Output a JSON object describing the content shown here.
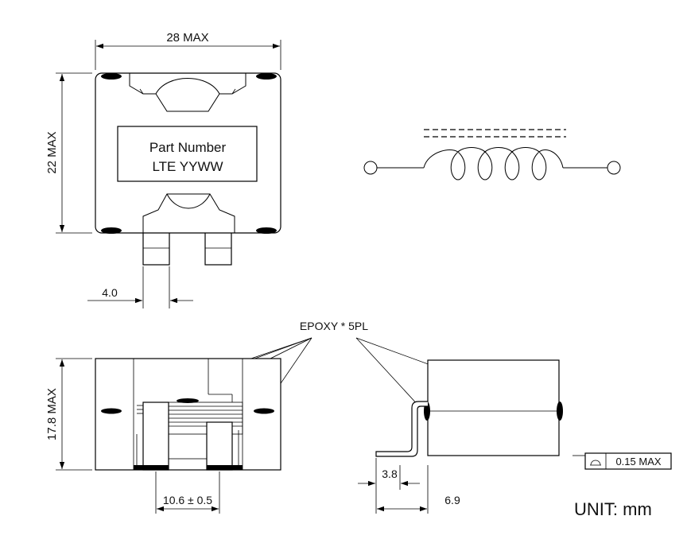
{
  "top_view": {
    "width_dim": "28 MAX",
    "height_dim": "22 MAX",
    "marking_line1": "Part Number",
    "marking_line2": "LTE YYWW",
    "pin_dim": "4.0"
  },
  "front_view": {
    "epoxy_label": "EPOXY * 5PL",
    "height_dim": "17.8 MAX",
    "pitch_dim": "10.6 ± 0.5"
  },
  "side_view": {
    "lead_dim": "3.8",
    "offset_dim": "6.9",
    "coplanarity_symbol": "⌓",
    "coplanarity_value": "0.15 MAX"
  },
  "unit_note": "UNIT: mm"
}
